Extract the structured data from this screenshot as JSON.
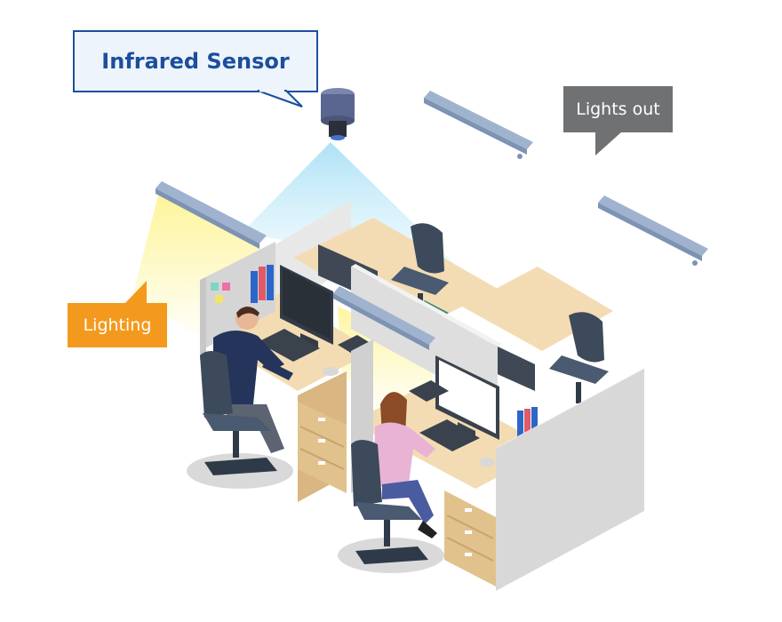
{
  "labels": {
    "sensor": "Infrared Sensor",
    "lights_out": "Lights out",
    "lighting": "Lighting"
  },
  "colors": {
    "sensor_callout_border": "#1b4f9c",
    "sensor_callout_fill": "#eef4fb",
    "lights_out_callout": "#707173",
    "lighting_callout": "#f39a1e",
    "light_beam": "#fdf38a",
    "sensor_cone": "#bfe7f7",
    "fixture": "#9fb3cf",
    "partition": "#e6e6e6",
    "desk": "#f3dcb3"
  },
  "icons": [
    "infrared-sensor-icon",
    "ceiling-light-icon",
    "monitor-icon",
    "office-chair-icon",
    "desk-phone-icon"
  ]
}
